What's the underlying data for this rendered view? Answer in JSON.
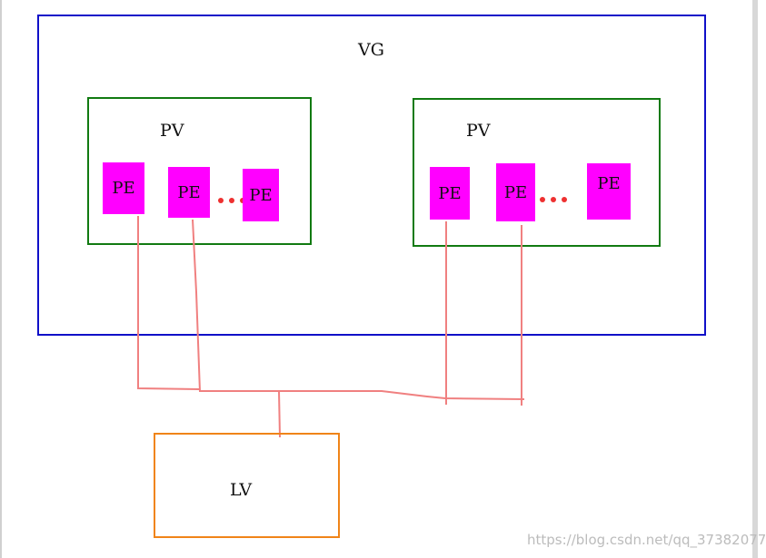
{
  "vg": {
    "label": "VG"
  },
  "pvs": [
    {
      "label": "PV",
      "pes": [
        "PE",
        "PE",
        "PE"
      ]
    },
    {
      "label": "PV",
      "pes": [
        "PE",
        "PE",
        "PE"
      ]
    }
  ],
  "lv": {
    "label": "LV"
  },
  "watermark": "https://blog.csdn.net/qq_37382077",
  "colors": {
    "vg_border": "#1010c8",
    "pv_border": "#117a11",
    "lv_border": "#f08418",
    "pe_fill": "#ff00ff",
    "link_line": "#f08080",
    "ellipsis_dots": "#ee3030"
  }
}
